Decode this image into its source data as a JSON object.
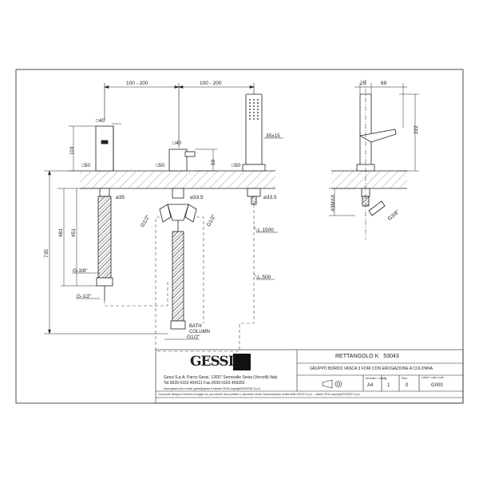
{
  "brand": "GESSI",
  "product": {
    "name": "RETTANGOLO K",
    "code": "53043",
    "description": "GRUPPO BORDO VASCA 3 FORI CON EROGAZIONE A COLONNA"
  },
  "company": {
    "line1": "Gessi S.p.A. Parco Gessi, 13037 Serravalle Sesia (Vercelli) Italy",
    "line2": "Tel.0039 0163 454111 Fax.0039 0163 459350",
    "line3": "www.gessi.com e-mail: gessi@gessi.it ottobre 2016 copyright©GESSI S.p.A."
  },
  "disclaimer": "Il presente disegno è termine di legge non può essere reso pubblico o riprodotto senza l'autorizzazione scritta della GESSI S.p.A. - ottobre 2016 copyright©GESSI S.p.A.",
  "sheet_info": {
    "format_label": "formato / size",
    "format": "A4",
    "page_label": "fg.",
    "page": "1",
    "rev_label": "Rev.",
    "rev": "0",
    "color_label": "colore / color code",
    "color": "G000"
  },
  "dimensions": {
    "spacing_a": "100 - 200",
    "spacing_b": "100 - 200",
    "sq40_top": "□40",
    "h119": "119",
    "sq40_mid": "□40",
    "h59": "59",
    "sq50_left": "□50",
    "sq50_mid": "□50",
    "sq50_right": "□50",
    "d35": "⌀35",
    "d33_5_mid": "⌀33.5",
    "d33_5_right": "⌀33.5",
    "handshower": "35x15",
    "g12_left": "G1/2\"",
    "g12_right": "G1/2\"",
    "h481": "481",
    "h451": "451",
    "h735": "735",
    "g38": "G-3/8\"",
    "g12_bottom": "G-1/2\"",
    "hose_l1500": "L.1500",
    "hose_l500": "L.500",
    "bath_column_1": "BATH",
    "bath_column_2": "COLUMN",
    "g12_column": "G1/2\"",
    "side_25": "25",
    "side_69": "69",
    "side_222": "222",
    "side_40max": "40MAX",
    "side_g38": "G3/8\""
  },
  "colors": {
    "line": "#222222",
    "hatch": "#555555",
    "dashed": "#444444"
  }
}
